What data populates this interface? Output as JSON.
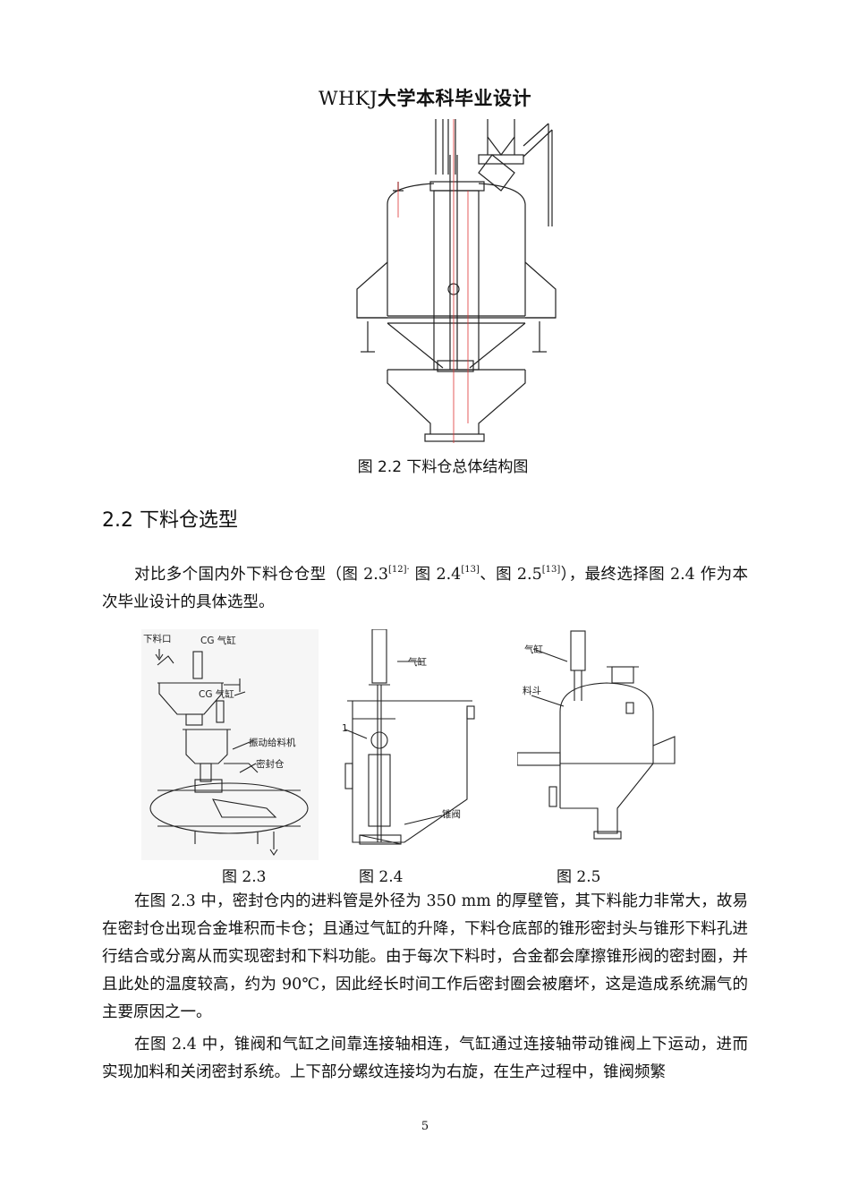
{
  "header": {
    "school_code": "WHKJ",
    "title_suffix": "大学本科毕业设计"
  },
  "figure_2_2": {
    "caption": "图 2.2  下料仓总体结构图"
  },
  "section": {
    "heading": "2.2  下料仓选型"
  },
  "paragraph_1": {
    "t1": "对比多个国内外下料仓仓型（图 2.3",
    "r1": "[12]·",
    "t2": " 图 2.4",
    "r2": "[13]",
    "t3": "、图 2.5",
    "r3": "[13]",
    "t4": "），最终选择图 2.4 作为本次毕业设计的具体选型。"
  },
  "figure_2_3": {
    "label_inlet": "下料口",
    "label_cylinder_1": "CG 气缸",
    "label_cylinder_2": "CG 气缸",
    "label_feeder": "振动给料机",
    "label_seal": "密封仓",
    "caption": "图 2.3"
  },
  "figure_2_4": {
    "label_cylinder": "气缸",
    "label_index": "1",
    "label_valve": "锥阀",
    "caption": "图 2.4"
  },
  "figure_2_5": {
    "label_cylinder": "气缸",
    "label_hopper": "料斗",
    "caption": "图 2.5"
  },
  "paragraph_2": {
    "text": "在图 2.3 中，密封仓内的进料管是外径为 350 mm 的厚壁管，其下料能力非常大，故易在密封仓出现合金堆积而卡仓；且通过气缸的升降，下料仓底部的锥形密封头与锥形下料孔进行结合或分离从而实现密封和下料功能。由于每次下料时，合金都会摩擦锥形阀的密封圈，并且此处的温度较高，约为 90℃，因此经长时间工作后密封圈会被磨坏，这是造成系统漏气的主要原因之一。"
  },
  "paragraph_3": {
    "text": "在图 2.4 中，锥阀和气缸之间靠连接轴相连，气缸通过连接轴带动锥阀上下运动，进而实现加料和关闭密封系统。上下部分螺纹连接均为右旋，在生产过程中，锥阀频繁"
  },
  "footer": {
    "page_number": "5"
  }
}
